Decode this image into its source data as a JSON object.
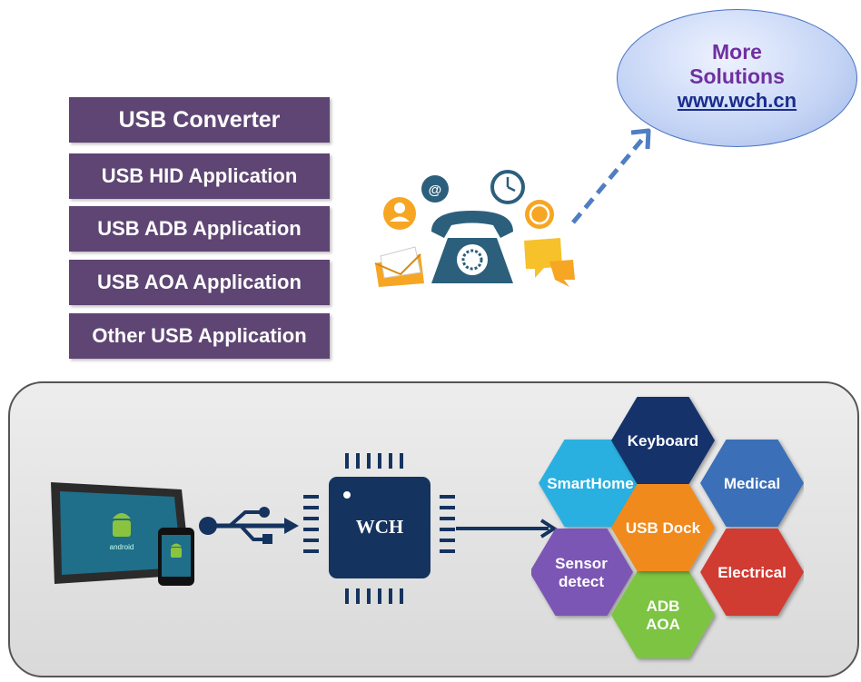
{
  "menu": [
    {
      "label": "USB Converter"
    },
    {
      "label": "USB HID Application"
    },
    {
      "label": "USB ADB Application"
    },
    {
      "label": "USB AOA Application"
    },
    {
      "label": "Other USB Application"
    }
  ],
  "bubble": {
    "line1": "More",
    "line2": "Solutions",
    "link": "www.wch.cn"
  },
  "chip": {
    "label": "WCH"
  },
  "tablet": {
    "brand": "android"
  },
  "hexagons": [
    {
      "label1": "Keyboard",
      "label2": "",
      "color": "#13306a"
    },
    {
      "label1": "SmartHome",
      "label2": "",
      "color": "#2ab0e0"
    },
    {
      "label1": "Medical",
      "label2": "",
      "color": "#3a6fb8"
    },
    {
      "label1": "USB Dock",
      "label2": "",
      "color": "#f08a1e"
    },
    {
      "label1": "Sensor",
      "label2": "detect",
      "color": "#7b56b4"
    },
    {
      "label1": "Electrical",
      "label2": "",
      "color": "#d03a32"
    },
    {
      "label1": "ADB",
      "label2": "AOA",
      "color": "#7cc443"
    }
  ],
  "colors": {
    "menu": "#5e4573",
    "chip": "#15335f",
    "arrow": "#4f7ec3"
  }
}
